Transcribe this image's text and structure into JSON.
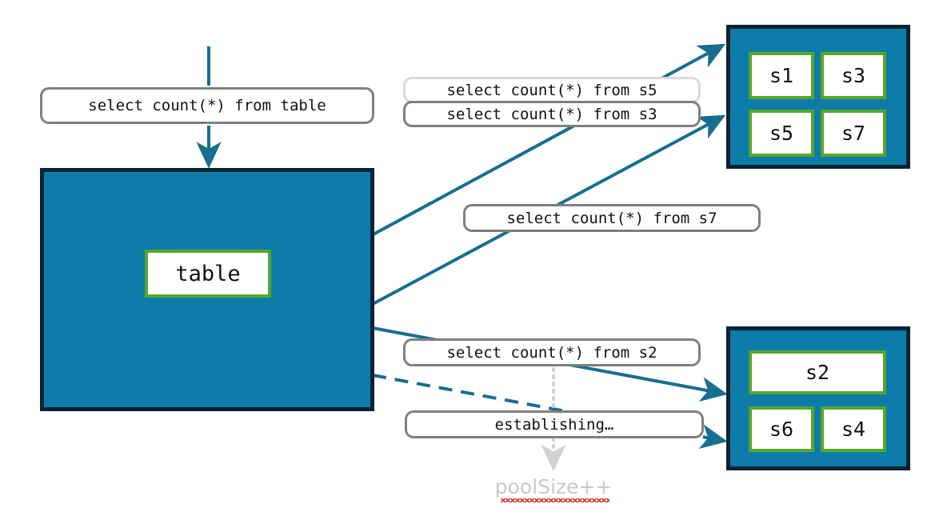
{
  "diagram": {
    "title": "sharded table query fan-out",
    "colors": {
      "shard_box_fill": "#0E7CA8",
      "shard_box_border": "#0A2332",
      "cell_border": "#55A72C",
      "cell_fill": "#FFFFFF",
      "edge": "#176E8F",
      "label_border": "#808080",
      "label_border_faint": "#D9D9D9",
      "annotation_text": "#C9C9C9",
      "spellcheck_underline": "#E23B3B"
    }
  },
  "source": {
    "entry_query_label": "select count(*) from table",
    "table_node_label": "table"
  },
  "shard_groups": [
    {
      "name": "shard-group-top",
      "cells": [
        {
          "label": "s1"
        },
        {
          "label": "s3"
        },
        {
          "label": "s5"
        },
        {
          "label": "s7"
        }
      ]
    },
    {
      "name": "shard-group-bottom",
      "cells": [
        {
          "label": "s2"
        },
        {
          "label": "s6"
        },
        {
          "label": "s4"
        }
      ]
    }
  ],
  "edge_labels": [
    {
      "id": "q-s5",
      "text": "select count(*) from s5",
      "faint": true
    },
    {
      "id": "q-s3",
      "text": "select count(*) from s3",
      "faint": false
    },
    {
      "id": "q-s7",
      "text": "select count(*) from s7",
      "faint": false
    },
    {
      "id": "q-s2",
      "text": "select count(*) from s2",
      "faint": false
    },
    {
      "id": "establishing",
      "text": "establishing…",
      "faint": false
    }
  ],
  "annotations": [
    {
      "id": "pool-size",
      "text": "poolSize++",
      "spellchecked": true
    }
  ]
}
